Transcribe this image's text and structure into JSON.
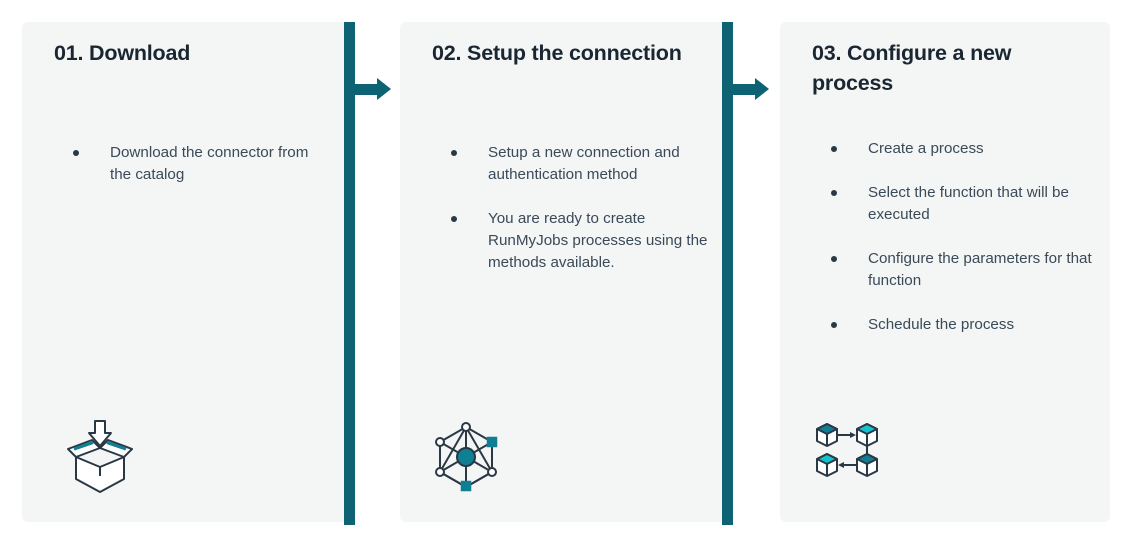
{
  "colors": {
    "teal": "#0d6273",
    "teal_accent": "#0f7f94",
    "panel_bg": "#f4f5f5",
    "title": "#1a2733",
    "body_text": "#3a4a58",
    "page_bg": "#ffffff"
  },
  "steps": [
    {
      "title": "01. Download",
      "bullets": [
        "Download the connector from the catalog"
      ],
      "icon": "download-box-icon"
    },
    {
      "title": "02. Setup the connection",
      "bullets": [
        "Setup a new connection and authentication method",
        "You are ready to create RunMyJobs processes using the methods available."
      ],
      "icon": "hexagon-network-icon"
    },
    {
      "title": "03. Configure a new process",
      "bullets": [
        "Create a process",
        "Select the function that will be executed",
        "Configure the parameters for that function",
        "Schedule the process"
      ],
      "icon": "process-cubes-icon"
    }
  ],
  "connectors": [
    {
      "icon": "arrow-right-icon"
    },
    {
      "icon": "arrow-right-icon"
    }
  ]
}
